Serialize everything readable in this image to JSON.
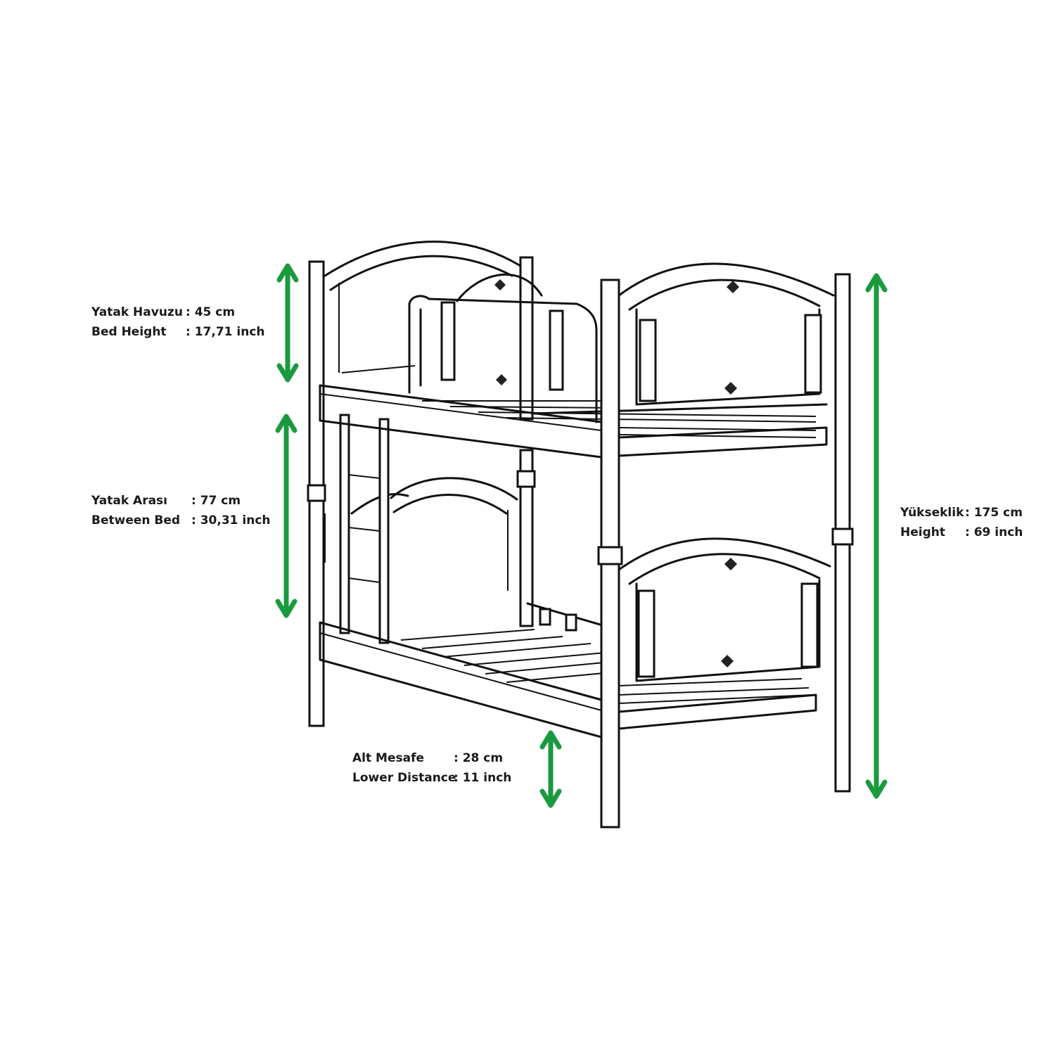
{
  "colors": {
    "arrow": "#1a9a3f",
    "line": "#111111",
    "background": "#ffffff"
  },
  "dimensions": {
    "bed_height": {
      "tr_label": "Yatak Havuzu",
      "tr_value": ": 45 cm",
      "en_label": "Bed Height",
      "en_value": ": 17,71 inch"
    },
    "between_bed": {
      "tr_label": "Yatak Arası",
      "tr_value": ": 77 cm",
      "en_label": "Between Bed",
      "en_value": ": 30,31 inch"
    },
    "lower_distance": {
      "tr_label": "Alt Mesafe",
      "tr_value": ": 28 cm",
      "en_label": "Lower Distance",
      "en_value": ": 11 inch"
    },
    "total_height": {
      "tr_label": "Yükseklik",
      "tr_value": ":  175 cm",
      "en_label": "Height",
      "en_value": ":  69 inch"
    }
  }
}
